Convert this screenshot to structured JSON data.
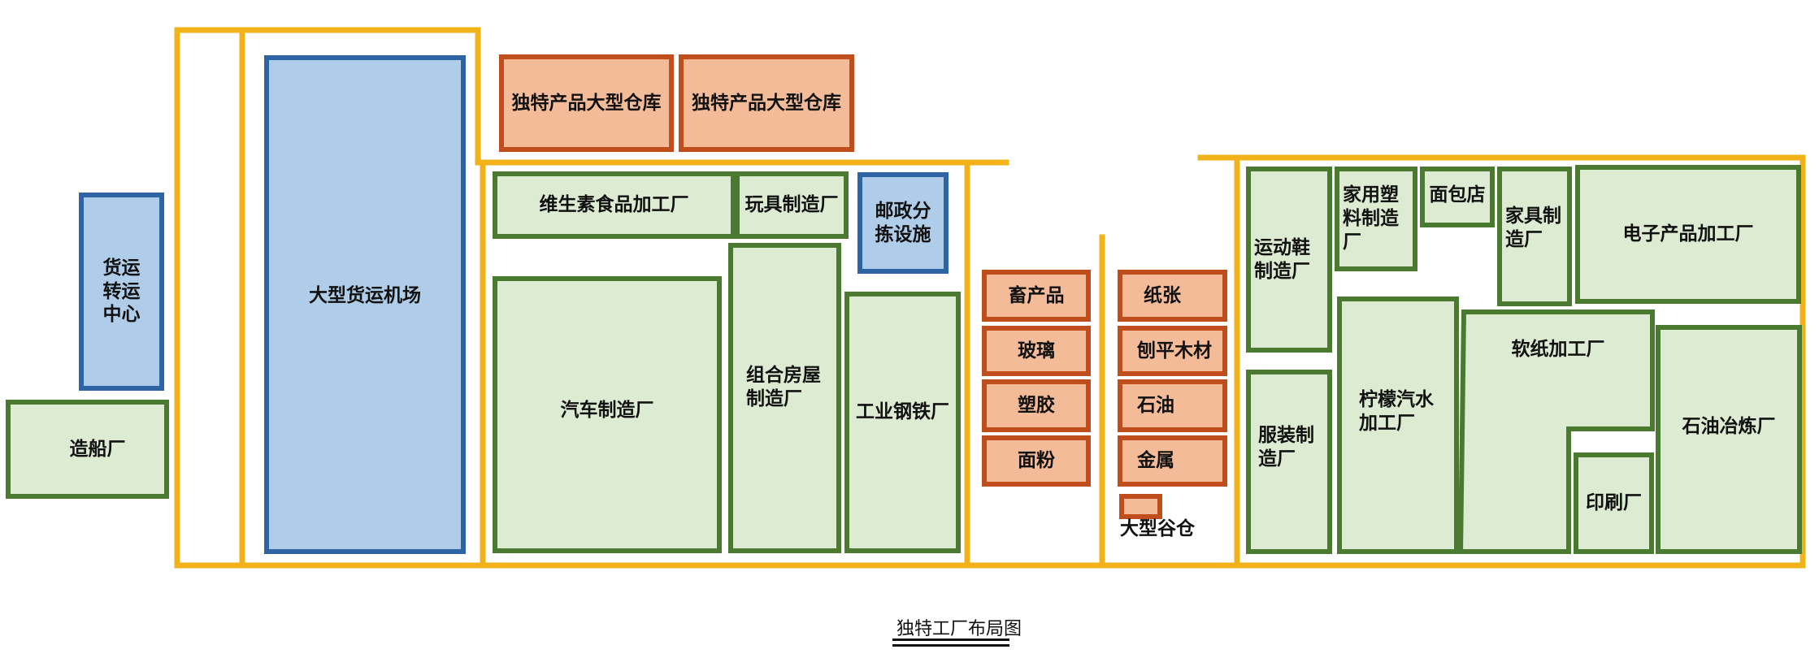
{
  "title": "独特工厂布局图",
  "colors": {
    "road": "#f2b31a",
    "factory_fill": "#dcebd1",
    "factory_border": "#4a7a2f",
    "logistics_fill": "#afcde9",
    "logistics_border": "#2e63a4",
    "material_fill": "#f4bb99",
    "material_border": "#c04e1c"
  },
  "buildings": {
    "cargo_center": "货运\n转运\n中心",
    "shipyard": "造船厂",
    "cargo_airport": "大型货运机场",
    "warehouse_1": "独特产品大型仓库",
    "warehouse_2": "独特产品大型仓库",
    "vitamin_food": "维生素食品加工厂",
    "toy_factory": "玩具制造厂",
    "postal_sorting": "邮政分\n拣设施",
    "car_factory": "汽车制造厂",
    "prefab_housing": "组合房屋\n制造厂",
    "steel_mill": "工业钢铁厂",
    "sneaker_factory": "运动鞋\n制造厂",
    "household_plastics": "家用塑\n料制造\n厂",
    "bakery": "面包店",
    "furniture": "家具制\n造厂",
    "electronics": "电子产品加工厂",
    "lemon_soda": "柠檬汽水\n加工厂",
    "tissue_paper": "软纸加工厂",
    "oil_refinery": "石油冶炼厂",
    "apparel": "服装制\n造厂",
    "printing": "印刷厂"
  },
  "materials": {
    "livestock": "畜产品",
    "glass": "玻璃",
    "plastic": "塑胶",
    "flour": "面粉",
    "paper": "纸张",
    "planed_wood": "刨平木材",
    "oil": "石油",
    "metal": "金属",
    "grain_silo": "大型谷仓"
  }
}
